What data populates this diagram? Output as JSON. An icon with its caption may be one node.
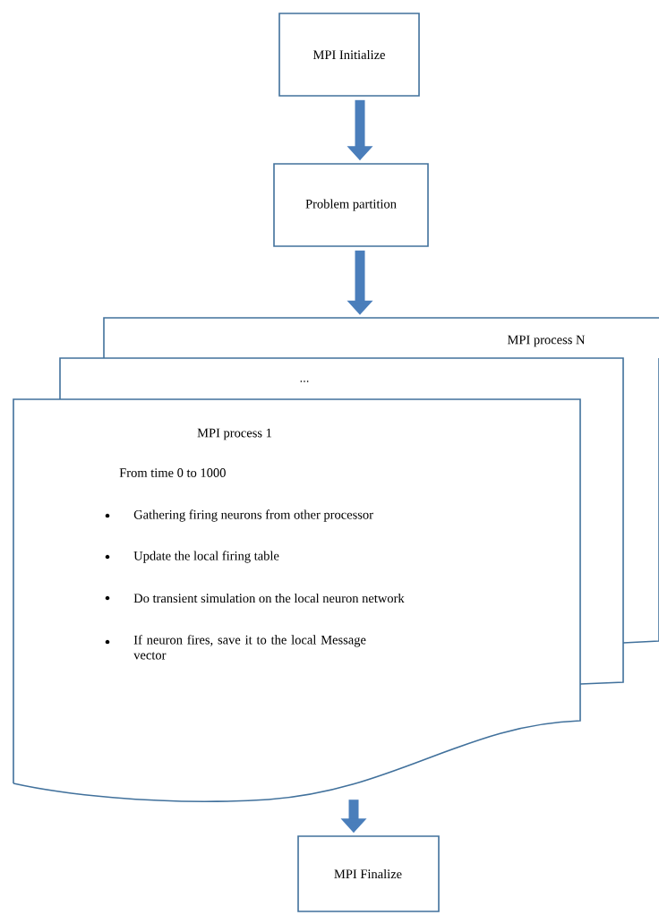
{
  "diagram": {
    "nodes": [
      {
        "text": [
          "MPI Initialize"
        ]
      },
      {
        "text": [
          "Problem partition"
        ]
      },
      {
        "text": [
          "MPI process N"
        ]
      },
      {
        "text": [
          "..."
        ]
      },
      {
        "text": [
          "MPI process 1",
          "From time 0 to 1000",
          "Gathering firing neurons from other processor",
          "Update the local firing table",
          "Do transient simulation on the local neuron network",
          "If neuron fires, save it to the local Message vector"
        ]
      },
      {
        "text": [
          "MPI Finalize"
        ]
      }
    ],
    "edges": [
      {
        "from": 0,
        "to": 1,
        "arrow": "to"
      },
      {
        "from": 1,
        "to": 2,
        "arrow": "to"
      },
      {
        "from": 4,
        "to": 5,
        "arrow": "to"
      }
    ]
  }
}
